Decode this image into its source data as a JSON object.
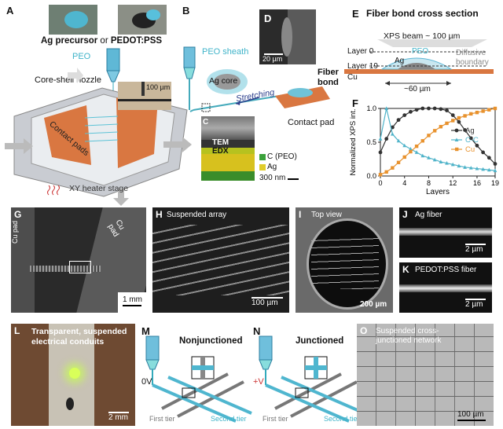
{
  "panels": {
    "A": {
      "label": "A",
      "ag_precursor": "Ag precursor",
      "or": "or",
      "pedot": "PEDOT:PSS",
      "peo": "PEO",
      "nozzle": "Core-shell nozzle",
      "scale": "100 µm",
      "contact_pads": "Contact pads",
      "heater": "XY heater stage"
    },
    "B": {
      "label": "B",
      "peo_sheath": "PEO sheath",
      "ag_core": "Ag core",
      "stretching": "Stretching",
      "fiber_bond_1": "Fiber",
      "fiber_bond_2": "bond",
      "contact_pad": "Contact pad"
    },
    "C": {
      "label": "C",
      "tem": "TEM",
      "edx": "EDX",
      "legend_c": "C (PEO)",
      "legend_ag": "Ag",
      "scale": "300 nm"
    },
    "D": {
      "label": "D",
      "scale": "20 µm"
    },
    "E": {
      "label": "E",
      "title": "Fiber bond cross section",
      "xps": "XPS beam ~ 100 µm",
      "layer0": "Layer 0",
      "layer19": "Layer 19",
      "peo": "PEO",
      "ag": "Ag",
      "cu": "Cu",
      "diffusive": "Diffusive",
      "boundary": "boundary",
      "width": "~60 µm"
    },
    "F": {
      "label": "F"
    },
    "G": {
      "label": "G",
      "cu_pad_left": "Cu pad",
      "cu_pad_right": "Cu pad",
      "scale": "1 mm"
    },
    "H": {
      "label": "H",
      "title": "Suspended array",
      "scale": "100 µm"
    },
    "I": {
      "label": "I",
      "title": "Top view",
      "scale": "200 µm"
    },
    "J": {
      "label": "J",
      "title": "Ag fiber",
      "scale": "2 µm"
    },
    "K": {
      "label": "K",
      "title": "PEDOT:PSS fiber",
      "scale": "2 µm"
    },
    "L": {
      "label": "L",
      "title1": "Transparent, suspended",
      "title2": "electrical conduits",
      "scale": "2 mm"
    },
    "M": {
      "label": "M",
      "title": "Nonjunctioned",
      "voltage": "0V",
      "first": "First tier",
      "second": "Second tier"
    },
    "N": {
      "label": "N",
      "title": "Junctioned",
      "voltage": "+V",
      "first": "First tier",
      "second": "Second tier"
    },
    "O": {
      "label": "O",
      "title1": "Suspended cross-",
      "title2": "junctioned network",
      "scale": "100 µm"
    }
  },
  "chart_data": {
    "type": "line",
    "xlabel": "Layers",
    "ylabel": "Normalized XPS int.",
    "xlim": [
      0,
      19
    ],
    "ylim": [
      0,
      1.0
    ],
    "xticks": [
      0,
      4,
      8,
      12,
      16,
      19
    ],
    "yticks": [
      0.0,
      0.5,
      1.0
    ],
    "legend_position": "center-right",
    "series": [
      {
        "name": "Ag",
        "color": "#333333",
        "marker": "circle",
        "x": [
          0,
          1,
          2,
          3,
          4,
          5,
          6,
          7,
          8,
          9,
          10,
          11,
          12,
          13,
          14,
          15,
          16,
          17,
          18,
          19
        ],
        "y": [
          0.35,
          0.55,
          0.72,
          0.83,
          0.9,
          0.95,
          0.98,
          1.0,
          1.0,
          1.0,
          0.99,
          0.97,
          0.9,
          0.8,
          0.68,
          0.56,
          0.45,
          0.35,
          0.27,
          0.18
        ]
      },
      {
        "name": "C-C",
        "color": "#4fb3c9",
        "marker": "triangle",
        "x": [
          0,
          1,
          2,
          3,
          4,
          5,
          6,
          7,
          8,
          9,
          10,
          11,
          12,
          13,
          14,
          15,
          16,
          17,
          18,
          19
        ],
        "y": [
          0.55,
          1.0,
          0.62,
          0.52,
          0.45,
          0.4,
          0.35,
          0.3,
          0.27,
          0.24,
          0.21,
          0.19,
          0.17,
          0.15,
          0.13,
          0.12,
          0.11,
          0.1,
          0.09,
          0.08
        ]
      },
      {
        "name": "Cu",
        "color": "#e8922e",
        "marker": "square",
        "x": [
          0,
          1,
          2,
          3,
          4,
          5,
          6,
          7,
          8,
          9,
          10,
          11,
          12,
          13,
          14,
          15,
          16,
          17,
          18,
          19
        ],
        "y": [
          0.02,
          0.06,
          0.12,
          0.2,
          0.28,
          0.36,
          0.44,
          0.52,
          0.6,
          0.67,
          0.73,
          0.78,
          0.82,
          0.86,
          0.89,
          0.92,
          0.94,
          0.96,
          0.98,
          1.0
        ]
      }
    ]
  }
}
